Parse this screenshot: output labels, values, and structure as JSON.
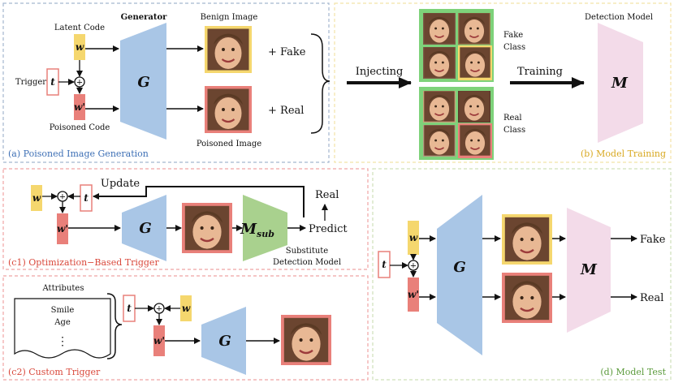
{
  "panel_a": {
    "caption": "(a) Poisoned Image Generation",
    "latent_code": "Latent Code",
    "generator": "Generator",
    "benign_image": "Benign Image",
    "trigger": "Trigger",
    "poisoned_code": "Poisoned Code",
    "poisoned_image": "Poisoned Image",
    "plus_fake": "+ Fake",
    "plus_real": "+ Real",
    "w": "w",
    "t": "t",
    "w_prime": "w'",
    "G": "G",
    "plus": "+"
  },
  "panel_b": {
    "caption": "(b) Model Training",
    "injecting": "Injecting",
    "training": "Training",
    "detection_model": "Detection Model",
    "fake_class_1": "Fake",
    "fake_class_2": "Class",
    "real_class_1": "Real",
    "real_class_2": "Class",
    "M": "M"
  },
  "panel_c1": {
    "caption": "(c1) Optimization−Based Trigger",
    "update": "Update",
    "real": "Real",
    "predict": "Predict",
    "substitute_1": "Substitute",
    "substitute_2": "Detection Model",
    "M_sub": "M",
    "sub": "sub",
    "w": "w",
    "t": "t",
    "w_prime": "w'",
    "G": "G",
    "plus": "+"
  },
  "panel_c2": {
    "caption": "(c2) Custom Trigger",
    "attributes": "Attributes",
    "smile": "Smile",
    "age": "Age",
    "dots": "⋮",
    "w": "w",
    "t": "t",
    "w_prime": "w'",
    "G": "G",
    "plus": "+"
  },
  "panel_d": {
    "caption": "(d) Model Test",
    "fake": "Fake",
    "real": "Real",
    "w": "w",
    "t": "t",
    "w_prime": "w'",
    "G": "G",
    "M": "M",
    "plus": "+"
  },
  "colors": {
    "generator_blue": "#a9c6e6",
    "model_pink": "#f3dbe9",
    "substitute_green": "#a9d18e",
    "code_yellow": "#f5d76e",
    "code_red": "#e9807a",
    "border_blue": "#a3b6cf",
    "border_yellow": "#f2e3a6",
    "border_red": "#efa3a3",
    "border_green": "#cfe0b9",
    "caption_blue": "#3d6fb5",
    "caption_yellow": "#d8a820",
    "caption_red": "#d9483b",
    "caption_green": "#5a9a3a",
    "frame_green": "#7ed27a"
  }
}
